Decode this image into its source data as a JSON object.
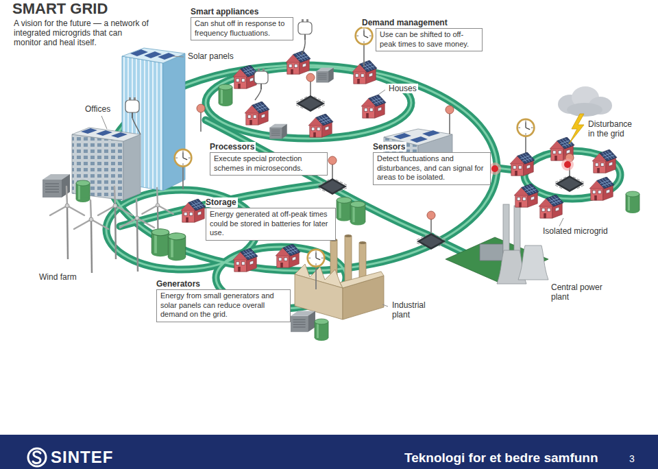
{
  "diagram": {
    "title": "SMART GRID",
    "caption": "A vision for the future — a network of integrated microgrids that can monitor and heal itself.",
    "nodes": [
      {
        "text": [
          "Smart appliances",
          "Can shut off in response to frequency fluctuations."
        ]
      },
      {
        "text": [
          "Demand management",
          "Use can be shifted to off-peak times to save money."
        ]
      },
      {
        "text": [
          "Processors",
          "Execute special protection schemes in microseconds."
        ]
      },
      {
        "text": [
          "Sensors",
          "Detect fluctuations and disturbances, and can signal for areas to be isolated."
        ]
      },
      {
        "text": [
          "Storage",
          "Energy generated at off-peak times could be stored in batteries for later use."
        ]
      },
      {
        "text": [
          "Generators",
          "Energy from small generators and solar panels can reduce overall demand on the grid."
        ]
      }
    ],
    "labels": [
      "Solar panels",
      "Houses",
      "Offices",
      "Disturbance in the grid",
      "Isolated microgrid",
      "Wind farm",
      "Central power plant",
      "Industrial plant",
      "SINTEF",
      "Teknologi for et bedre samfunn",
      "3"
    ]
  }
}
